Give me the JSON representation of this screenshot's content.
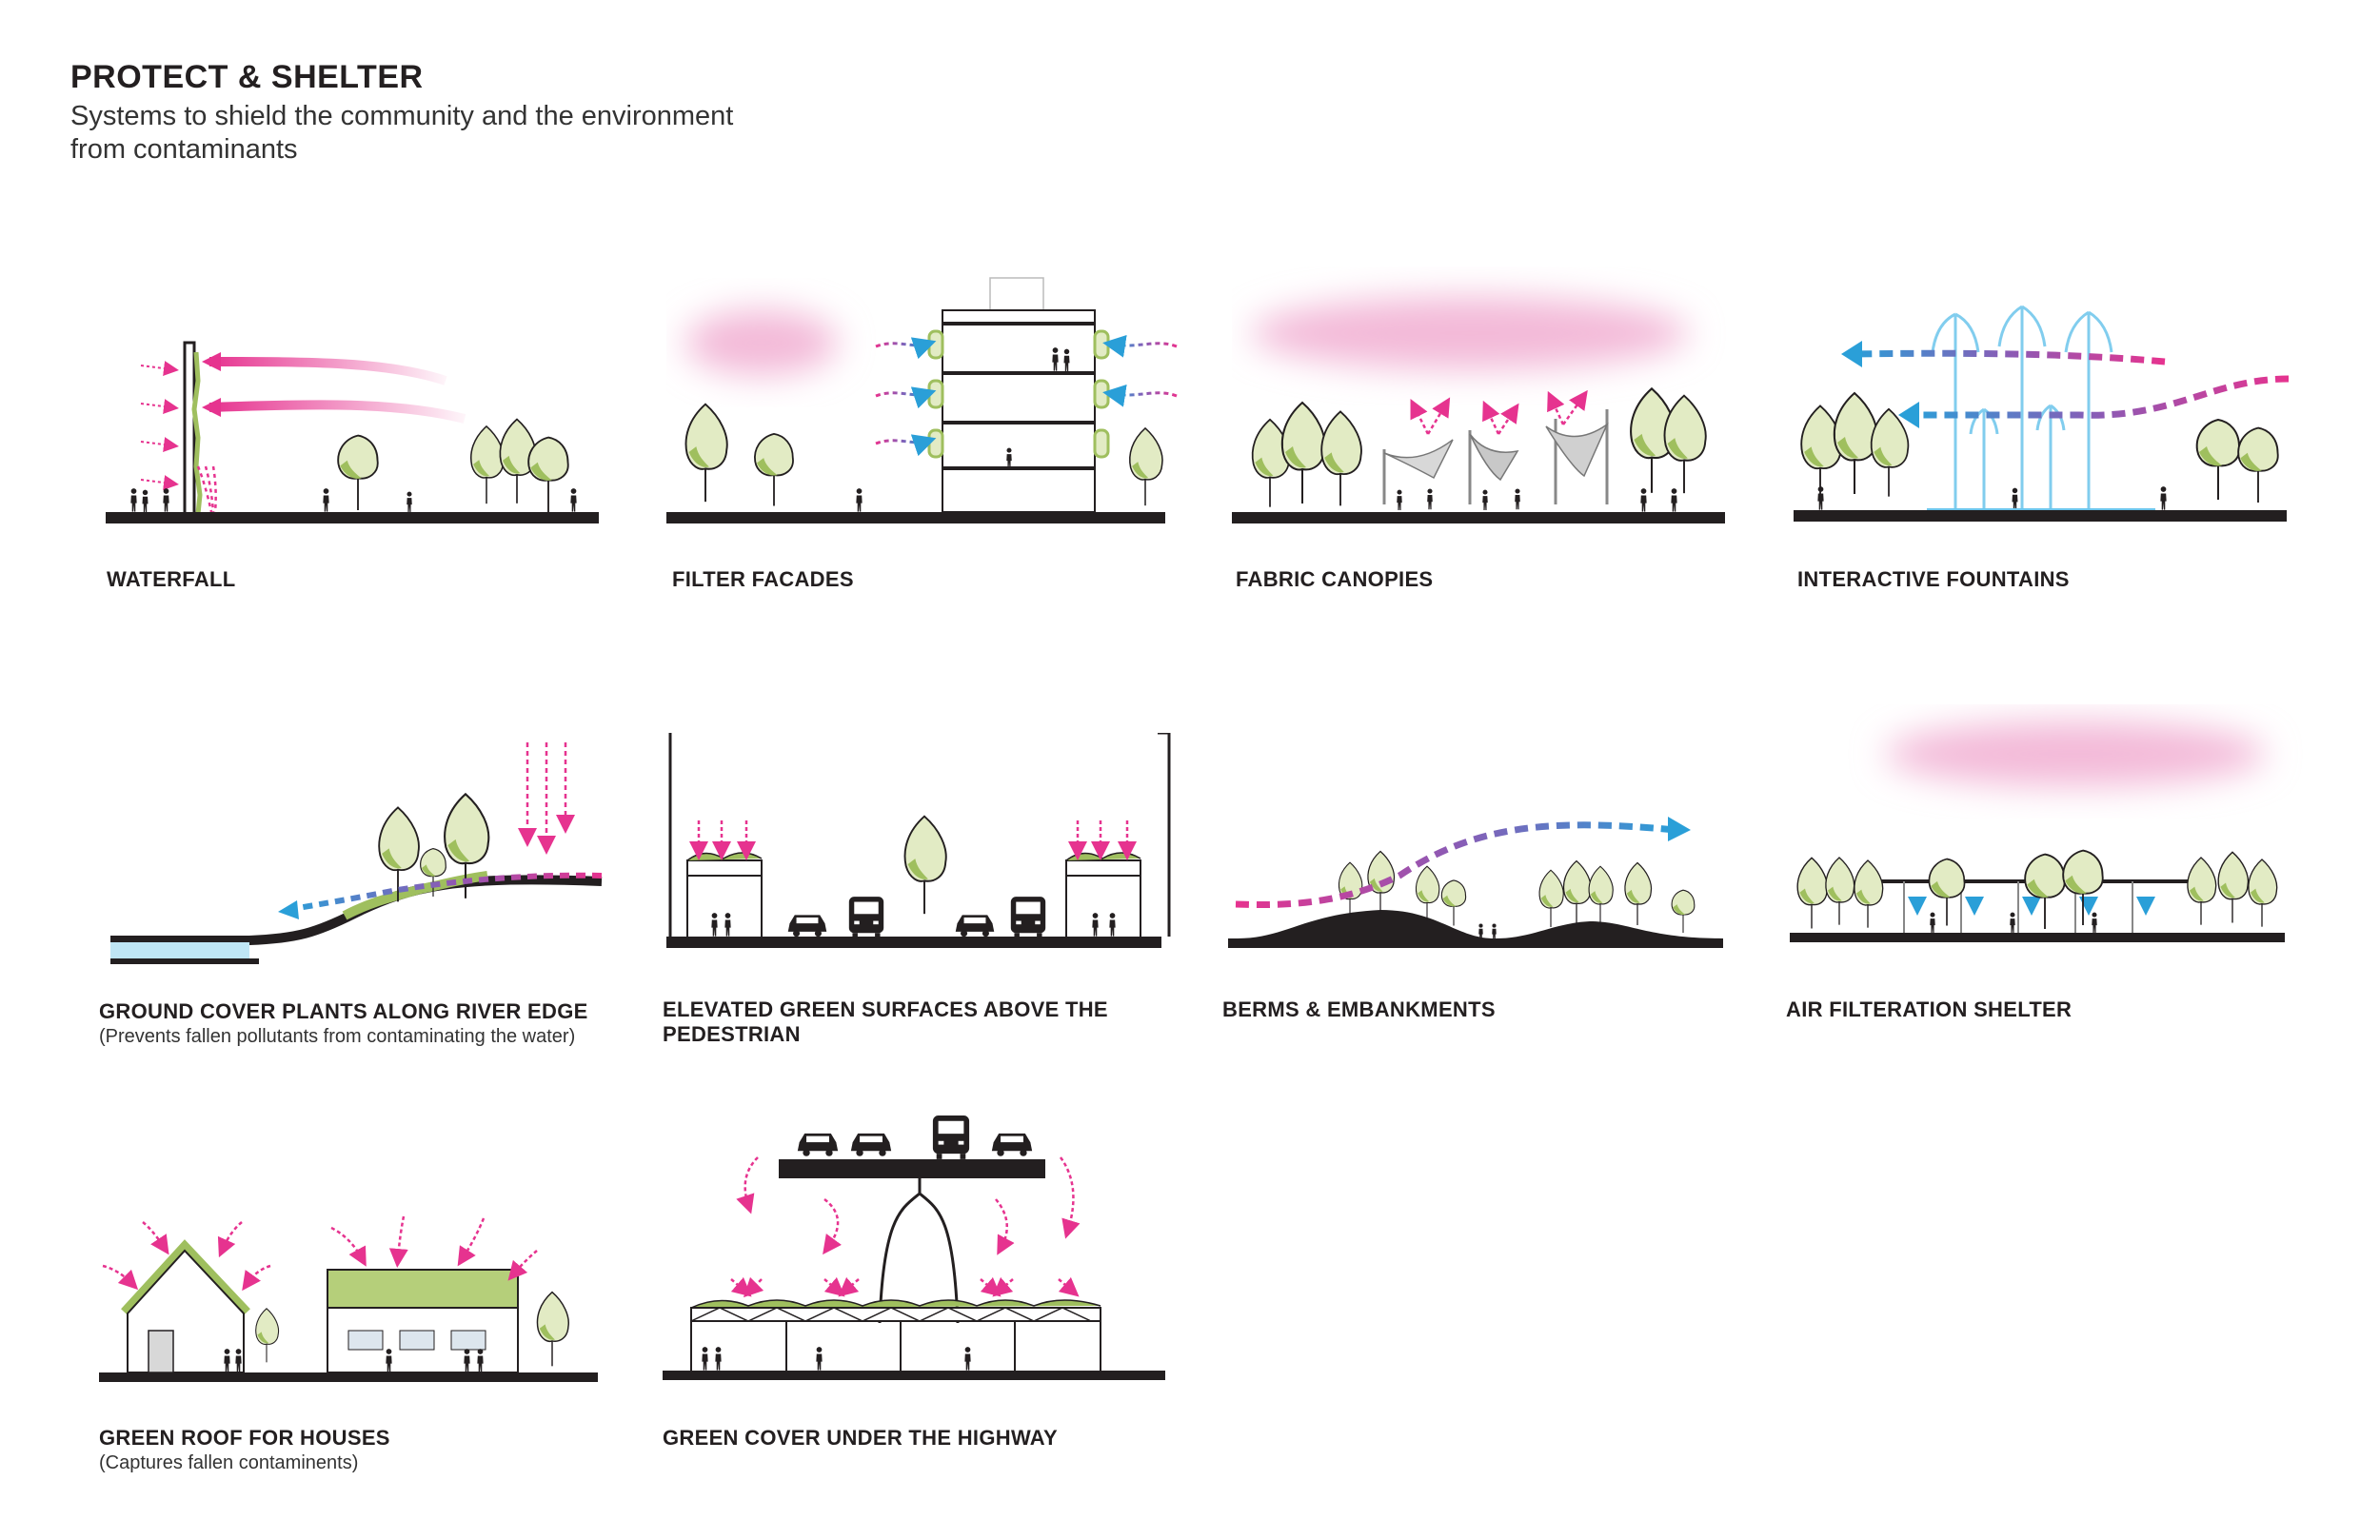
{
  "header": {
    "title": "PROTECT & SHELTER",
    "subtitle_line1": "Systems to shield the community and the environment",
    "subtitle_line2": "from contaminants"
  },
  "palette": {
    "ground": "#231f20",
    "arrow_pink": "#e6338f",
    "arrow_blue": "#2a9fd8",
    "arrow_purple": "#8a5bb5",
    "smog": "#f3b9d8",
    "tree_fill": "#e2ebc4",
    "tree_shade": "#9fbf5e",
    "water": "#bfe6f5"
  },
  "panels": [
    {
      "id": "waterfall",
      "caption": "WATERFALL",
      "note": ""
    },
    {
      "id": "filter-facades",
      "caption": "FILTER FACADES",
      "note": ""
    },
    {
      "id": "fabric-canopies",
      "caption": "FABRIC CANOPIES",
      "note": ""
    },
    {
      "id": "interactive-fountains",
      "caption": "INTERACTIVE FOUNTAINS",
      "note": ""
    },
    {
      "id": "ground-cover",
      "caption": "GROUND COVER PLANTS ALONG RIVER EDGE",
      "note": "(Prevents fallen pollutants from contaminating the water)"
    },
    {
      "id": "elevated-green",
      "caption": "ELEVATED GREEN SURFACES ABOVE THE",
      "caption2": "PEDESTRIAN",
      "note": ""
    },
    {
      "id": "berms",
      "caption": "BERMS & EMBANKMENTS",
      "note": ""
    },
    {
      "id": "air-filter-shelter",
      "caption": "AIR FILTERATION SHELTER",
      "note": ""
    },
    {
      "id": "green-roof",
      "caption": "GREEN ROOF FOR HOUSES",
      "note": "(Captures fallen contaminents)"
    },
    {
      "id": "green-cover-highway",
      "caption": "GREEN COVER UNDER THE HIGHWAY",
      "note": ""
    }
  ]
}
